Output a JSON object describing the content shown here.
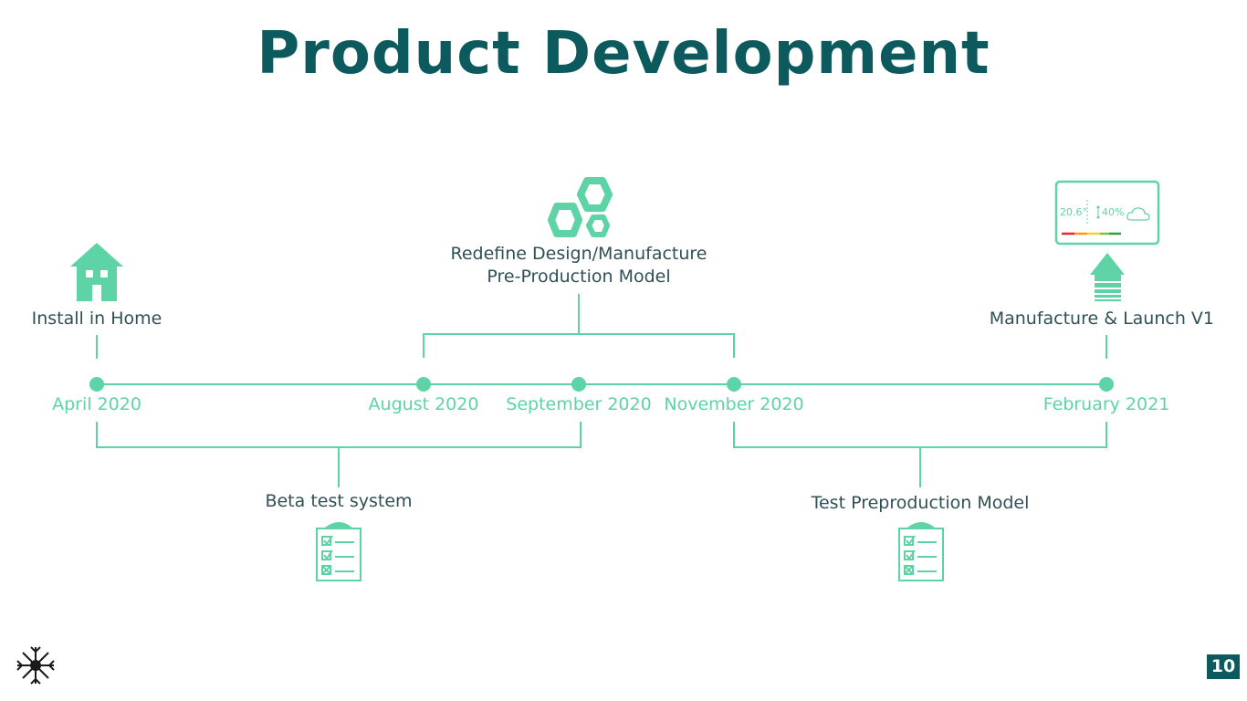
{
  "title": "Product Development",
  "page_number": "10",
  "colors": {
    "accent": "#5ed3a6",
    "title": "#0d5a5e",
    "text": "#2f5055"
  },
  "milestones": [
    {
      "date": "April 2020",
      "label": "Install in Home",
      "icon": "house-icon"
    },
    {
      "date": "August 2020"
    },
    {
      "date": "September 2020"
    },
    {
      "date": "November 2020"
    },
    {
      "date": "February 2021",
      "label": "Manufacture & Launch V1",
      "icon": "thermostat-display-icon"
    }
  ],
  "phases": [
    {
      "label_lines": [
        "Redefine Design/Manufacture",
        "Pre-Production Model"
      ],
      "icon": "hexagons-icon",
      "span": [
        "August 2020",
        "November 2020"
      ]
    },
    {
      "label": "Beta test system",
      "icon": "checklist-icon",
      "span": [
        "April 2020",
        "September 2020"
      ]
    },
    {
      "label": "Test Preproduction Model",
      "icon": "checklist-icon",
      "span": [
        "November 2020",
        "February 2021"
      ]
    }
  ],
  "thermostat_display": {
    "temperature": "20.6°",
    "humidity": "40%"
  },
  "logo": "snowflake-logo-icon"
}
